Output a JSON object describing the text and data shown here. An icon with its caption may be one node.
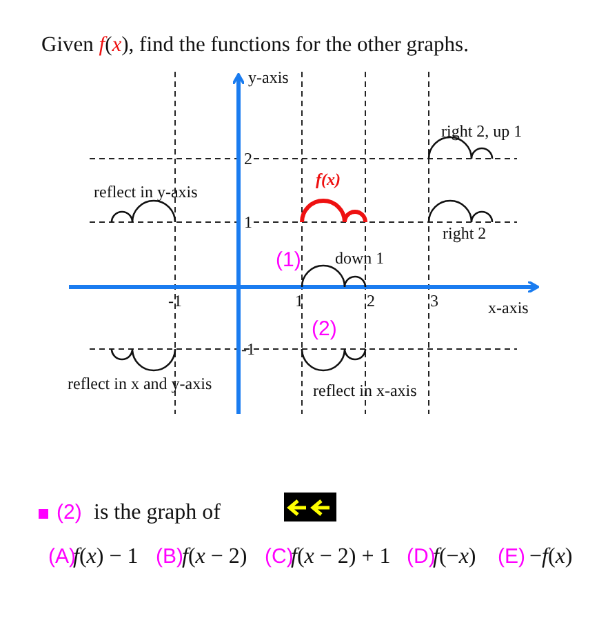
{
  "diagram": {
    "title": "Given *f*(*x*), find the functions for the other graphs.",
    "labels": [
      "y-axis",
      "right 2, up 1",
      "2",
      "f(x)",
      "reflect in y-axis",
      "1",
      "right 2",
      "(1)",
      "down 1",
      "-1",
      "1",
      "2",
      "3",
      "x-axis",
      "(2)",
      "-1",
      "reflect in x and y-axis",
      "reflect in x-axis",
      "(2)",
      "is the graph of",
      "(A)",
      "*f*(*x*) − 1",
      "(B)",
      "*f*(*x* − 2)",
      "(C)",
      "*f*(*x* − 2) + 1",
      "(D)",
      "*f*(−*x*)",
      "(E)",
      "−*f*(*x*)"
    ]
  }
}
